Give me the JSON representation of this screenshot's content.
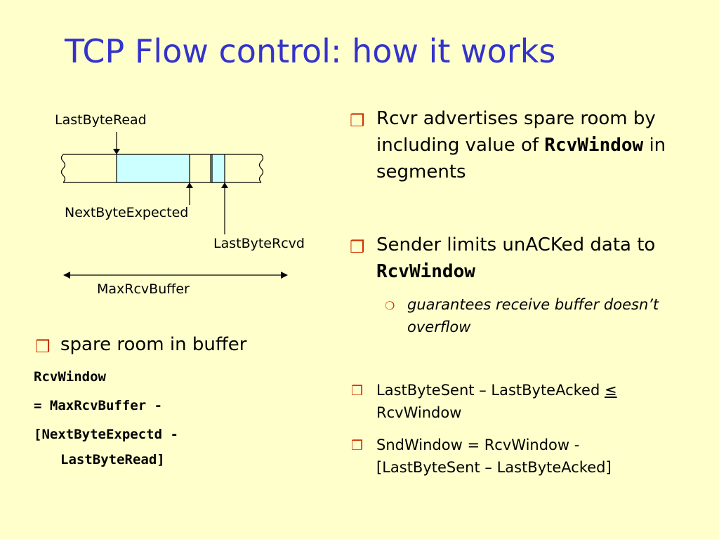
{
  "title": "TCP Flow control: how it works",
  "diagram": {
    "last_byte_read": "LastByteRead",
    "next_byte_expected": "NextByteExpected",
    "last_byte_rcvd": "LastByteRcvd",
    "max_rcv_buffer": "MaxRcvBuffer"
  },
  "left": {
    "bullet": "spare room in buffer",
    "line1": "RcvWindow",
    "line2": "= MaxRcvBuffer -",
    "line3": "[NextByteExpectd -",
    "line4": "LastByteRead]"
  },
  "right": {
    "b1_part1": "Rcvr advertises spare room by including value of",
    "b1_code": "RcvWindow",
    "b1_part2": " in segments",
    "b2_part1": "Sender limits unACKed data to ",
    "b2_code": "RcvWindow",
    "b2_sub": "guarantees receive buffer doesn’t overflow",
    "b3_part1": "LastByteSent – LastByteAcked ",
    "b3_op": "≤",
    "b3_part2": " RcvWindow",
    "b4": "SndWindow = RcvWindow - [LastByteSent – LastByteAcked]"
  },
  "colors": {
    "background": "#ffffcc",
    "title": "#3333cc",
    "bullet": "#cc3300",
    "buffer_fill": "#ccffff"
  }
}
